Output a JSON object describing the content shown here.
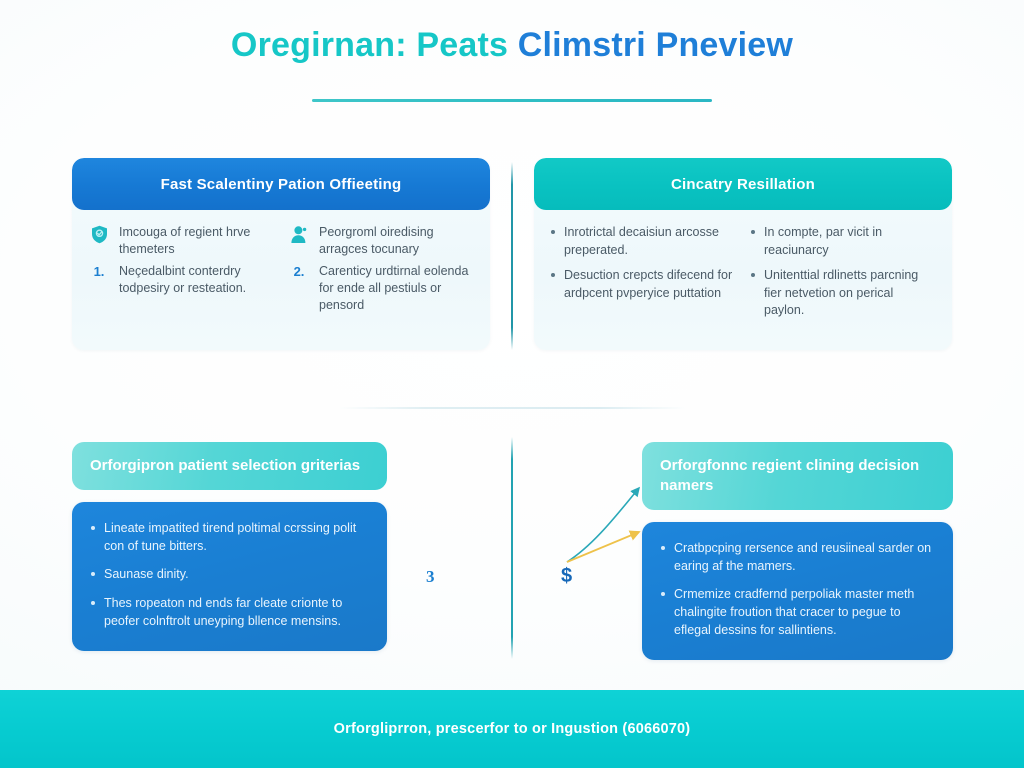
{
  "header": {
    "title_part1": "Oregirnan: Peats ",
    "title_part2": "Climstri Pneview",
    "title_color_1": "#16c7c7",
    "title_color_2": "#1f7fd8"
  },
  "top_row": {
    "left_card": {
      "heading": "Fast Scalentiny Pation Offieeting",
      "heading_color": "#1679d4",
      "columns": [
        {
          "icon": "shield-icon",
          "icon_color": "#1fb9c4",
          "icon_text": "Imcouga of regient hrve themeters",
          "number": "1.",
          "number_text": "Neçedalbint conterdry todpesiry or resteation."
        },
        {
          "icon": "person-icon",
          "icon_color": "#1fb9c4",
          "icon_text": "Peorgroml oiredising arragces tocunary",
          "number": "2.",
          "number_text": "Carenticy urdtirnal eolenda for ende all pestiuls or pensord"
        }
      ]
    },
    "right_card": {
      "heading": "Cincatry Resillation",
      "heading_color": "#09c2c1",
      "columns": [
        {
          "bullets": [
            "Inrotrictal decaisiun arcosse preperated.",
            "Desuction crepcts difecend for ardpcent pvperyice puttation"
          ]
        },
        {
          "bullets": [
            "In compte, par vicit in reaciunarcy",
            "Unitenttial rdlinetts parcning fier netvetion on perical paylon."
          ]
        }
      ]
    }
  },
  "bottom_row": {
    "left_card": {
      "heading": "Orforgipron patient selection griterias",
      "bullets": [
        "Lineate impatited tirend poltimal ccrssing polit con of tune bitters.",
        "Saunase dinity.",
        "Thes ropeaton nd ends far cleate crionte to peofer colnftrolt uneyping bllence mensins."
      ]
    },
    "right_card": {
      "heading": "Orforgfonnc regient clining decision namers",
      "bullets": [
        "Cratbpcping rersence and reusiineal sarder on earing af the mamers.",
        "Crmemize cradfernd perpoliak master meth chalingite froution that cracer to pegue to eflegal dessins for sallintiens."
      ]
    }
  },
  "markers": {
    "number_three": "3",
    "dollar": "$",
    "arrow_teal_color": "#2aa8b8",
    "arrow_gold_color": "#eec24a"
  },
  "footer": {
    "text": "Orforgliprron, prescerfor to or Ingustion (6066070)",
    "background": "#06cbd0"
  }
}
